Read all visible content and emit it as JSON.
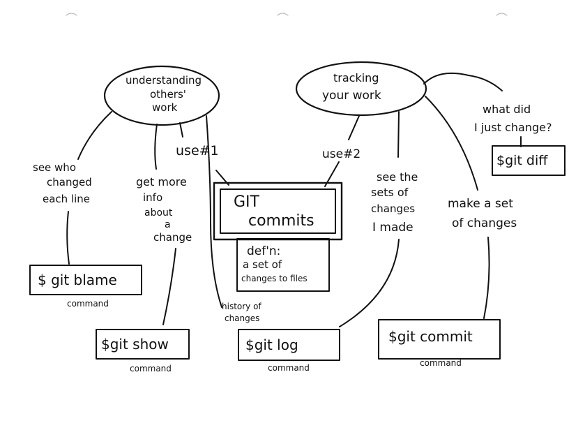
{
  "nodes": {
    "understanding": [
      "understanding",
      "others'",
      "work"
    ],
    "tracking": [
      "tracking",
      "your work"
    ],
    "git_commits": [
      "GIT",
      "commits"
    ],
    "defn": [
      "def'n:",
      "a set of",
      "changes to files"
    ],
    "use1": "use#1",
    "use2": "use#2",
    "see_who": [
      "see who",
      "changed",
      "each line"
    ],
    "get_more": [
      "get more",
      "info",
      "about",
      "a",
      "change"
    ],
    "history": [
      "history of",
      "changes"
    ],
    "see_sets": [
      "see the",
      "sets of",
      "changes",
      "I made"
    ],
    "make_set": [
      "make a set",
      "of changes"
    ],
    "what_did": [
      "what did",
      "I just change?"
    ]
  },
  "commands": {
    "blame": "$ git blame",
    "show": "$git show",
    "log": "$git log",
    "commit": "$git commit",
    "diff": "$git diff",
    "caption": "command"
  },
  "colors": {
    "ink": "#111111",
    "paper": "#ffffff"
  }
}
